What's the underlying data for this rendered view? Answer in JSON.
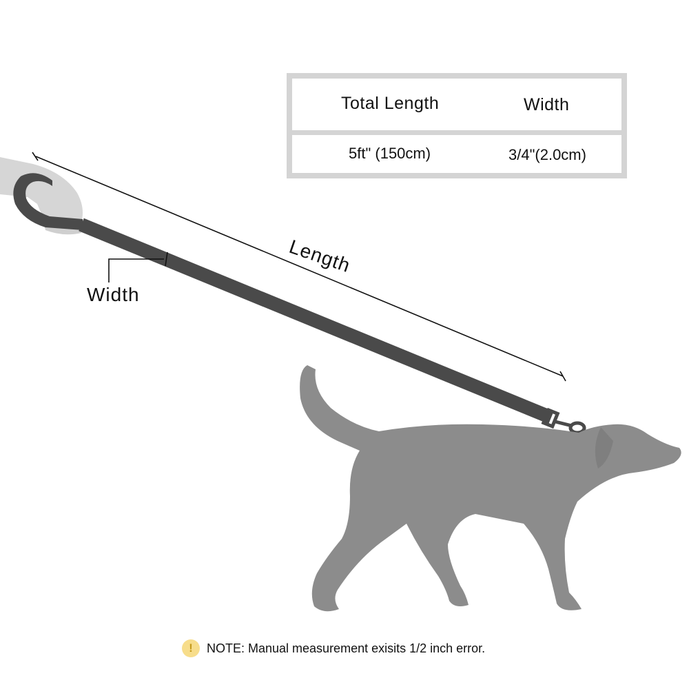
{
  "spec_table": {
    "headers": [
      "Total Length",
      "Width"
    ],
    "values": [
      "5ft\" (150cm)",
      "3/4\"(2.0cm)"
    ]
  },
  "diagram": {
    "length_label": "Length",
    "width_label": "Width"
  },
  "note": {
    "icon": "exclamation-icon",
    "icon_glyph": "!",
    "text": "NOTE: Manual measurement exisits 1/2  inch error."
  },
  "colors": {
    "leash": "#4a4a4a",
    "dog": "#8c8c8c",
    "hand": "#d6d6d6",
    "table_border": "#d4d4d4",
    "note_icon": "#f7dd8b"
  }
}
